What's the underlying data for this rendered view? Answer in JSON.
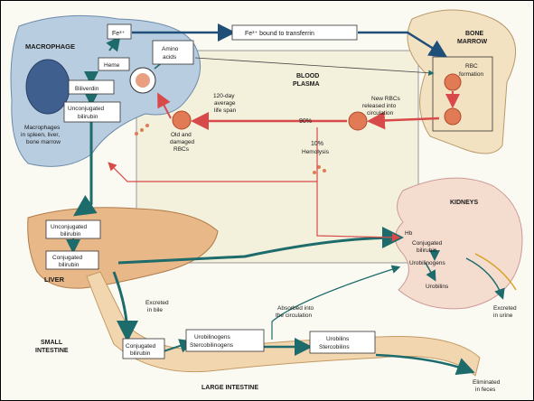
{
  "labels": {
    "macrophage": "MACROPHAGE",
    "macrophage_note_1": "Macrophages",
    "macrophage_note_2": "in spleen, liver,",
    "macrophage_note_3": "bone marrow",
    "fe": "Fe³⁺",
    "fe_transferrin": "Fe³⁺ bound to transferrin",
    "amino_1": "Amino",
    "amino_2": "acids",
    "heme": "Heme",
    "biliverdin": "Biliverdin",
    "unconj_bili_1": "Unconjugated",
    "unconj_bili_2": "bilirubin",
    "bone_marrow_1": "BONE",
    "bone_marrow_2": "MARROW",
    "rbc_formation_1": "RBC",
    "rbc_formation_2": "formation",
    "blood_plasma_1": "BLOOD",
    "blood_plasma_2": "PLASMA",
    "life_span_1": "120-day",
    "life_span_2": "average",
    "life_span_3": "life span",
    "new_rbcs_1": "New RBCs",
    "new_rbcs_2": "released into",
    "new_rbcs_3": "circulation",
    "pct_90": "90%",
    "pct_10": "10%",
    "hemolysis": "Hemolysis",
    "old_damaged_1": "Old and",
    "old_damaged_2": "damaged",
    "old_damaged_3": "RBCs",
    "kidneys": "KIDNEYS",
    "hb": "Hb",
    "kid_conj_1": "Conjugated",
    "kid_conj_2": "bilirubin",
    "kid_urobilinogens": "Urobilinogens",
    "kid_urobilins": "Urobilins",
    "excreted_urine_1": "Excreted",
    "excreted_urine_2": "in urine",
    "liver_unconj_1": "Unconjugated",
    "liver_unconj_2": "bilirubin",
    "liver_conj_1": "Conjugated",
    "liver_conj_2": "bilirubin",
    "liver": "LIVER",
    "excreted_bile_1": "Excreted",
    "excreted_bile_2": "in bile",
    "absorbed_1": "Absorbed into",
    "absorbed_2": "the circulation",
    "small_int_1": "SMALL",
    "small_int_2": "INTESTINE",
    "si_conj_1": "Conjugated",
    "si_conj_2": "bilirubin",
    "uro_sterco_1": "Urobilinogens",
    "uro_sterco_2": "Stercobilinogens",
    "urob_sterc_1": "Urobilins",
    "urob_sterc_2": "Stercobilins",
    "large_int": "LARGE INTESTINE",
    "feces_1": "Eliminated",
    "feces_2": "in feces"
  },
  "colors": {
    "blue_arrow": "#1f4e79",
    "teal_arrow": "#1d6b6b",
    "red_arrow": "#d84a4a",
    "macrophage": "#b9cde0",
    "liver": "#e8b889",
    "kidney": "#f4dccf",
    "intestine": "#f2d6b0",
    "bone": "#f3e2c2",
    "rbc": "#e07b55"
  }
}
